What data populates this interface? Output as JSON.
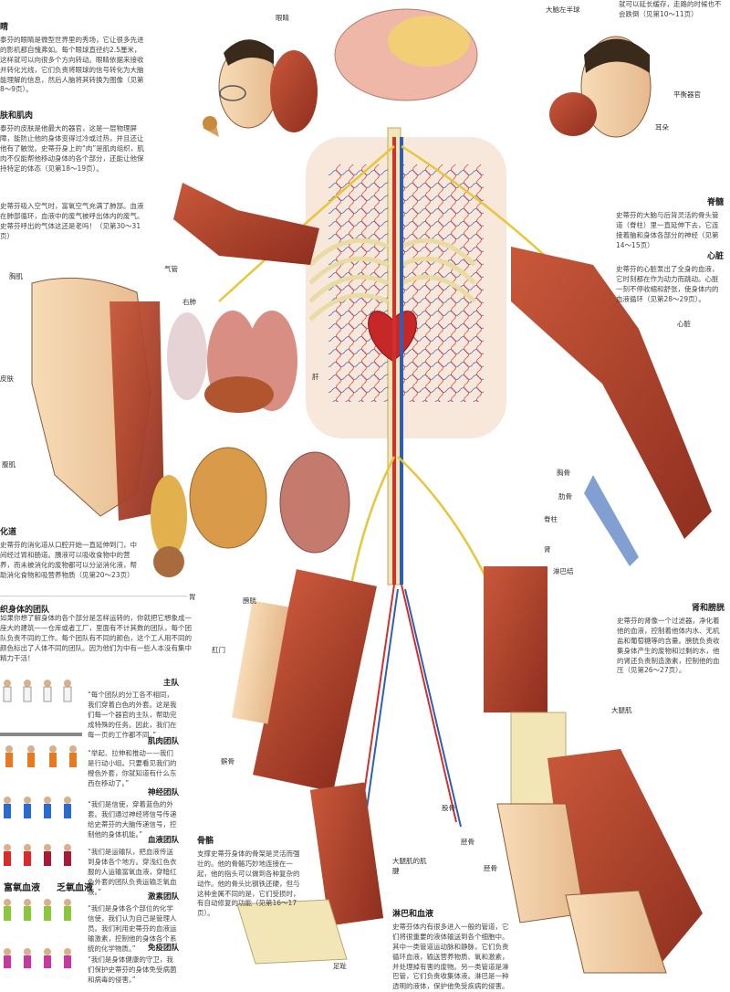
{
  "blocks": {
    "eyes": {
      "title": "睛",
      "text": "泰芬的眼睛是微型世界里的秀场，它让很多先进的影机都自愧弗如。每个眼球直径约2.5厘米，这样就可以向很多个方向转动。眼睛依据来接收并转化光线，它们负责将眼球的信号转化为大脑能理解的信息，然后人脑将其转换为图像（见第8～9页）。"
    },
    "skin": {
      "title": "肤和肌肉",
      "text": "泰芬的皮肤是他最大的器官，这是一层物理屏障，能防止他的身体变得过冷或过热，并且还让他有了触觉。史蒂芬身上的“肉”是肌肉组织，肌肉不仅能帮他移动身体的各个部分，还能让他保持特定的体态（见第18～19页）。"
    },
    "lungs": {
      "title": "",
      "text": "史蒂芬吸入空气时，富氧空气充满了肺部。血液在肺部循环，血液中的废气被呼出体内的废气。史蒂芬呼出的气体这还是老吗！（见第30～31页）"
    },
    "digest": {
      "title": "化道",
      "text": "史蒂芬的消化道从口腔开始一直延伸到门，中间经过胃和肠道。胰液可以吸收食物中的营养，而未被消化的废物都可以分泌消化液，帮助消化食物和吸营养物质（见第20～23页）"
    },
    "brain": {
      "title": "",
      "text": "就可以延长缓存，走路的时候也不会跌倒（见第10～11页）"
    },
    "spine": {
      "title": "脊髓",
      "text": "史蒂芬的大脑与后背灵活的骨头管道（脊柱）里一直延伸下去，它连接着脑和身体各部分的神经（见第14～15页）"
    },
    "heart": {
      "title": "心脏",
      "text": "史蒂芬的心脏泵出了全身的血液，它时刻都在作为动力而跳动。心脏一刻不停收缩和舒张，使身体内的血液循环（见第28～29页）。"
    },
    "kidney": {
      "title": "肾和膀胱",
      "text": "史蒂芬的肾像一个过滤器，净化着他的血液，控制着他体内水、无机盐和葡萄糖等的含量。膀胱负责收集身体产生的废物和过剩的水，他的肾还负责制造激素，控制他的血压（见第26～27页）。"
    },
    "skeleton": {
      "title": "骨骼",
      "text": "支撑史蒂芬身体的骨架是灵活而强壮的。他的骨骼巧妙地连接在一起，他的指头可以做到各种复杂的动作。他的骨头比钢铁还硬，但与这种金属不同的是，它们受损时，有自动修复的功能（见第16～17页）。"
    },
    "lymph": {
      "title": "淋巴和血液",
      "text": "史蒂芬体内有很多进入一般的管道，它们将很重要的液体输送到各个细胞中。其中一类管道运动脉和静脉，它们负责循环血液，输送营养物质、氧和激素，并处理掉有害的废物。另一类管道是淋巴管，它们负责收集体液。淋巴是一种透明的液体，保护他免受疾病的侵害。"
    }
  },
  "labels": {
    "eye": "眼睛",
    "brain_hemi": "大脑左半球",
    "balance": "平衡器官",
    "ear": "耳朵",
    "trachea": "气管",
    "right_lung": "右肺",
    "chest": "胸肌",
    "liver": "肝",
    "skin": "皮肤",
    "abdomen": "腹肌",
    "heart": "心脏",
    "sternum": "胸骨",
    "ribs": "肋骨",
    "spine": "脊柱",
    "kidney": "肾",
    "lymph": "淋巴结",
    "stomach": "胃",
    "bladder": "膀胱",
    "anus": "肛门",
    "tendon": "大腿肌",
    "hamstring": "股骨",
    "kneecap": "髌骨",
    "thigh_tendon": "大腿肌的肌腱",
    "shin": "胫骨",
    "foot": "足趾",
    "tibia": "胫骨"
  },
  "teams": {
    "title": "织身体的团队",
    "intro": "如果你想了解身体的各个部分是怎样运转的，你就把它想象成一座大的建筑——仓库或者工厂，里面有不计其数的团队，每个团队负责不同的工作。每个团队有不同的颜色，这个工人用不同的颜色标出了人体不同的团队。因为他们为中有一些人本没有集中精力干活！",
    "items": [
      {
        "title": "主队",
        "text": "“每个团队的分工各不相同，我们穿着白色的外套。这是我们每一个器官的主队，帮助完成特殊的任务。因此，我们在每一页的工作都不同。”"
      },
      {
        "title": "肌肉团队",
        "text": "“举起、拉伸和推动——我们是行动小组。只要看见我们的橙色外套，你就知道有什么东西在移动了。”"
      },
      {
        "title": "神经团队",
        "text": "“我们是信使，穿着蓝色的外套。我们通过神经将信号传递给史蒂芬的大脑传递信号，控制他的身体机能。”"
      },
      {
        "title": "血液团队",
        "text": "“我们是运输队，把血液传送到身体各个地方。穿浅红色衣服的人运输富氧血液，穿暗红色外套的团队负责运输乏氧血液。”"
      },
      {
        "title": "激素团队",
        "text": "“我们是身体各个部位的化学信使，我们认为自己是管理人员。我们利用史蒂芬的血液运输激素，控制他的身体各个系统的化学物质。”"
      },
      {
        "title": "免疫团队",
        "text": "“我们是身体健康的守卫，我们保护史蒂芬的身体免受病菌和病毒的侵害。”"
      }
    ],
    "rich_blood": "富氧血液",
    "poor_blood": "乏氧血液"
  },
  "colors": {
    "muscle": "#b5472f",
    "skin": "#f0d2ac",
    "bone": "#f2e6b6",
    "artery": "#d32f2f",
    "vein": "#2f5fb3",
    "nerve": "#e8c63a"
  }
}
